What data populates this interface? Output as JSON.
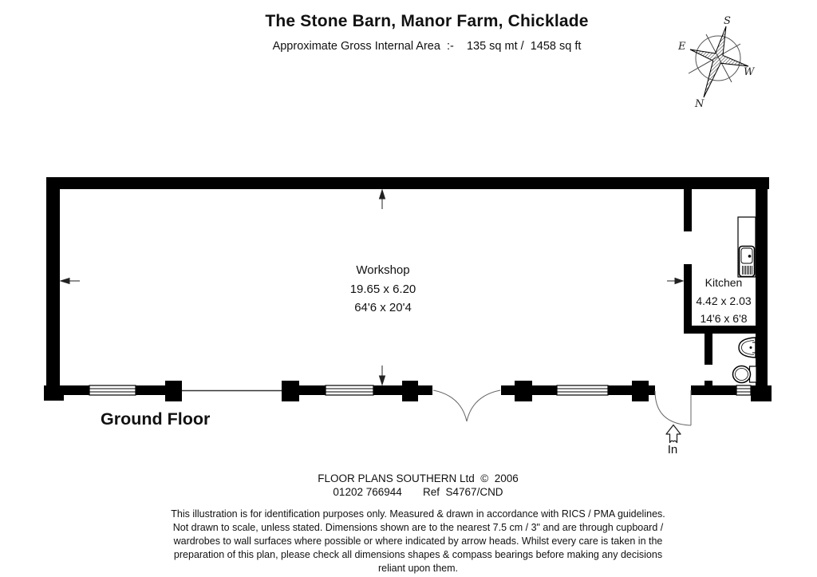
{
  "header": {
    "title": "The Stone Barn, Manor Farm, Chicklade",
    "subtitle": "Approximate Gross Internal Area  :-    135 sq mt /  1458 sq ft"
  },
  "compass": {
    "north": "N",
    "south": "S",
    "east": "E",
    "west": "W"
  },
  "rooms": [
    {
      "name": "Workshop",
      "metric": "19.65 x 6.20",
      "imperial": "64'6 x 20'4"
    },
    {
      "name": "Kitchen",
      "metric": "4.42 x 2.03",
      "imperial": "14'6 x 6'8"
    }
  ],
  "floor": {
    "label": "Ground Floor"
  },
  "entrance": {
    "label": "In"
  },
  "footer": {
    "line1": "FLOOR PLANS SOUTHERN Ltd  ©  2006",
    "line2": "01202 766944       Ref  S4767/CND"
  },
  "disclaimer": {
    "lines": [
      "This illustration is for identification purposes only. Measured & drawn in accordance with RICS / PMA guidelines.",
      "Not drawn to scale, unless stated. Dimensions shown are to the nearest 7.5 cm / 3\" and are through cupboard /",
      "wardrobes to wall surfaces where possible or where indicated by arrow heads. Whilst every care is taken in the",
      "preparation of this plan, please check all dimensions shapes & compass bearings before making any decisions",
      "reliant upon them."
    ]
  },
  "colors": {
    "wall": "#000000",
    "text": "#111111",
    "door_line": "#666666"
  }
}
